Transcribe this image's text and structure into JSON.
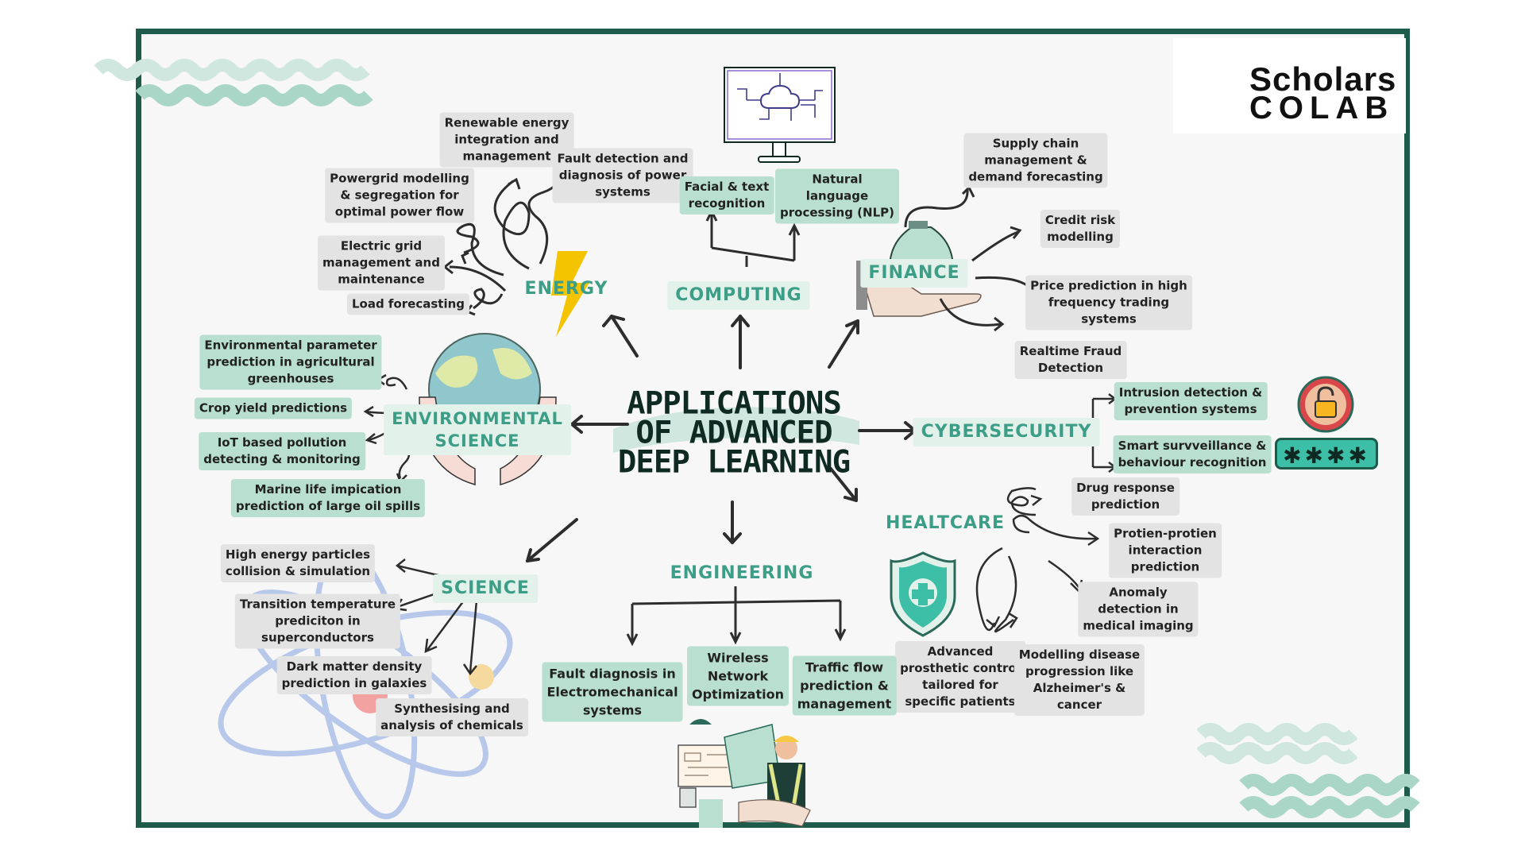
{
  "title": "APPLICATIONS\nOF ADVANCED\nDEEP LEARNING",
  "logo": {
    "line1": "Scholars",
    "line2": "COLAB"
  },
  "colors": {
    "frame": "#1e5b4a",
    "accent": "#3c9e86",
    "leaf_gray": "#e2e3e2",
    "leaf_green": "#b8dfcf",
    "bolt": "#f5c400"
  },
  "icons": [
    "bolt-icon",
    "monitor-cloud-icon",
    "money-bag-hand-icon",
    "globe-hands-icon",
    "padlock-icon",
    "shield-cross-icon",
    "atom-icon",
    "engineer-icon"
  ],
  "categories": {
    "energy": "ENERGY",
    "computing": "COMPUTING",
    "finance": "FINANCE",
    "environmental": "ENVIRONMENTAL\nSCIENCE",
    "cybersecurity": "CYBERSECURITY",
    "healthcare": "HEALTCARE",
    "science": "SCIENCE",
    "engineering": "ENGINEERING"
  },
  "energy_items": [
    "Renewable energy\nintegration and\nmanagement",
    "Fault detection and\ndiagnosis of power\nsystems",
    "Powergrid modelling\n& segregation for\noptimal power flow",
    "Electric grid\nmanagement and\nmaintenance",
    "Load forecasting"
  ],
  "computing_items": [
    "Facial & text\nrecognition",
    "Natural\nlanguage\nprocessing (NLP)"
  ],
  "finance_items": [
    "Supply chain\nmanagement &\ndemand forecasting",
    "Credit risk\nmodelling",
    "Price prediction in high\nfrequency trading\nsystems",
    "Realtime Fraud\nDetection"
  ],
  "environmental_items": [
    "Environmental parameter\nprediction in agricultural\ngreenhouses",
    "Crop yield predictions",
    "IoT based pollution\ndetecting & monitoring",
    "Marine life impication\nprediction of large oil spills"
  ],
  "cybersecurity_items": [
    "Intrusion detection &\nprevention systems",
    "Smart survveillance &\nbehaviour recognition"
  ],
  "password_mask": "✱✱✱✱",
  "healthcare_items": [
    "Drug response\nprediction",
    "Protien-protien\ninteraction\nprediction",
    "Anomaly\ndetection in\nmedical imaging",
    "Advanced\nprosthetic control\ntailored for\nspecific patients",
    "Modelling disease\nprogression like\nAlzheimer's &\ncancer"
  ],
  "science_items": [
    "High energy particles\ncollision & simulation",
    "Transition temperature\nprediciton in\nsuperconductors",
    "Dark matter density\nprediction in galaxies",
    "Synthesising and\nanalysis of chemicals"
  ],
  "engineering_items": [
    "Fault diagnosis in\nElectromechanical\nsystems",
    "Wireless\nNetwork\nOptimization",
    "Traffic flow\nprediction &\nmanagement"
  ]
}
